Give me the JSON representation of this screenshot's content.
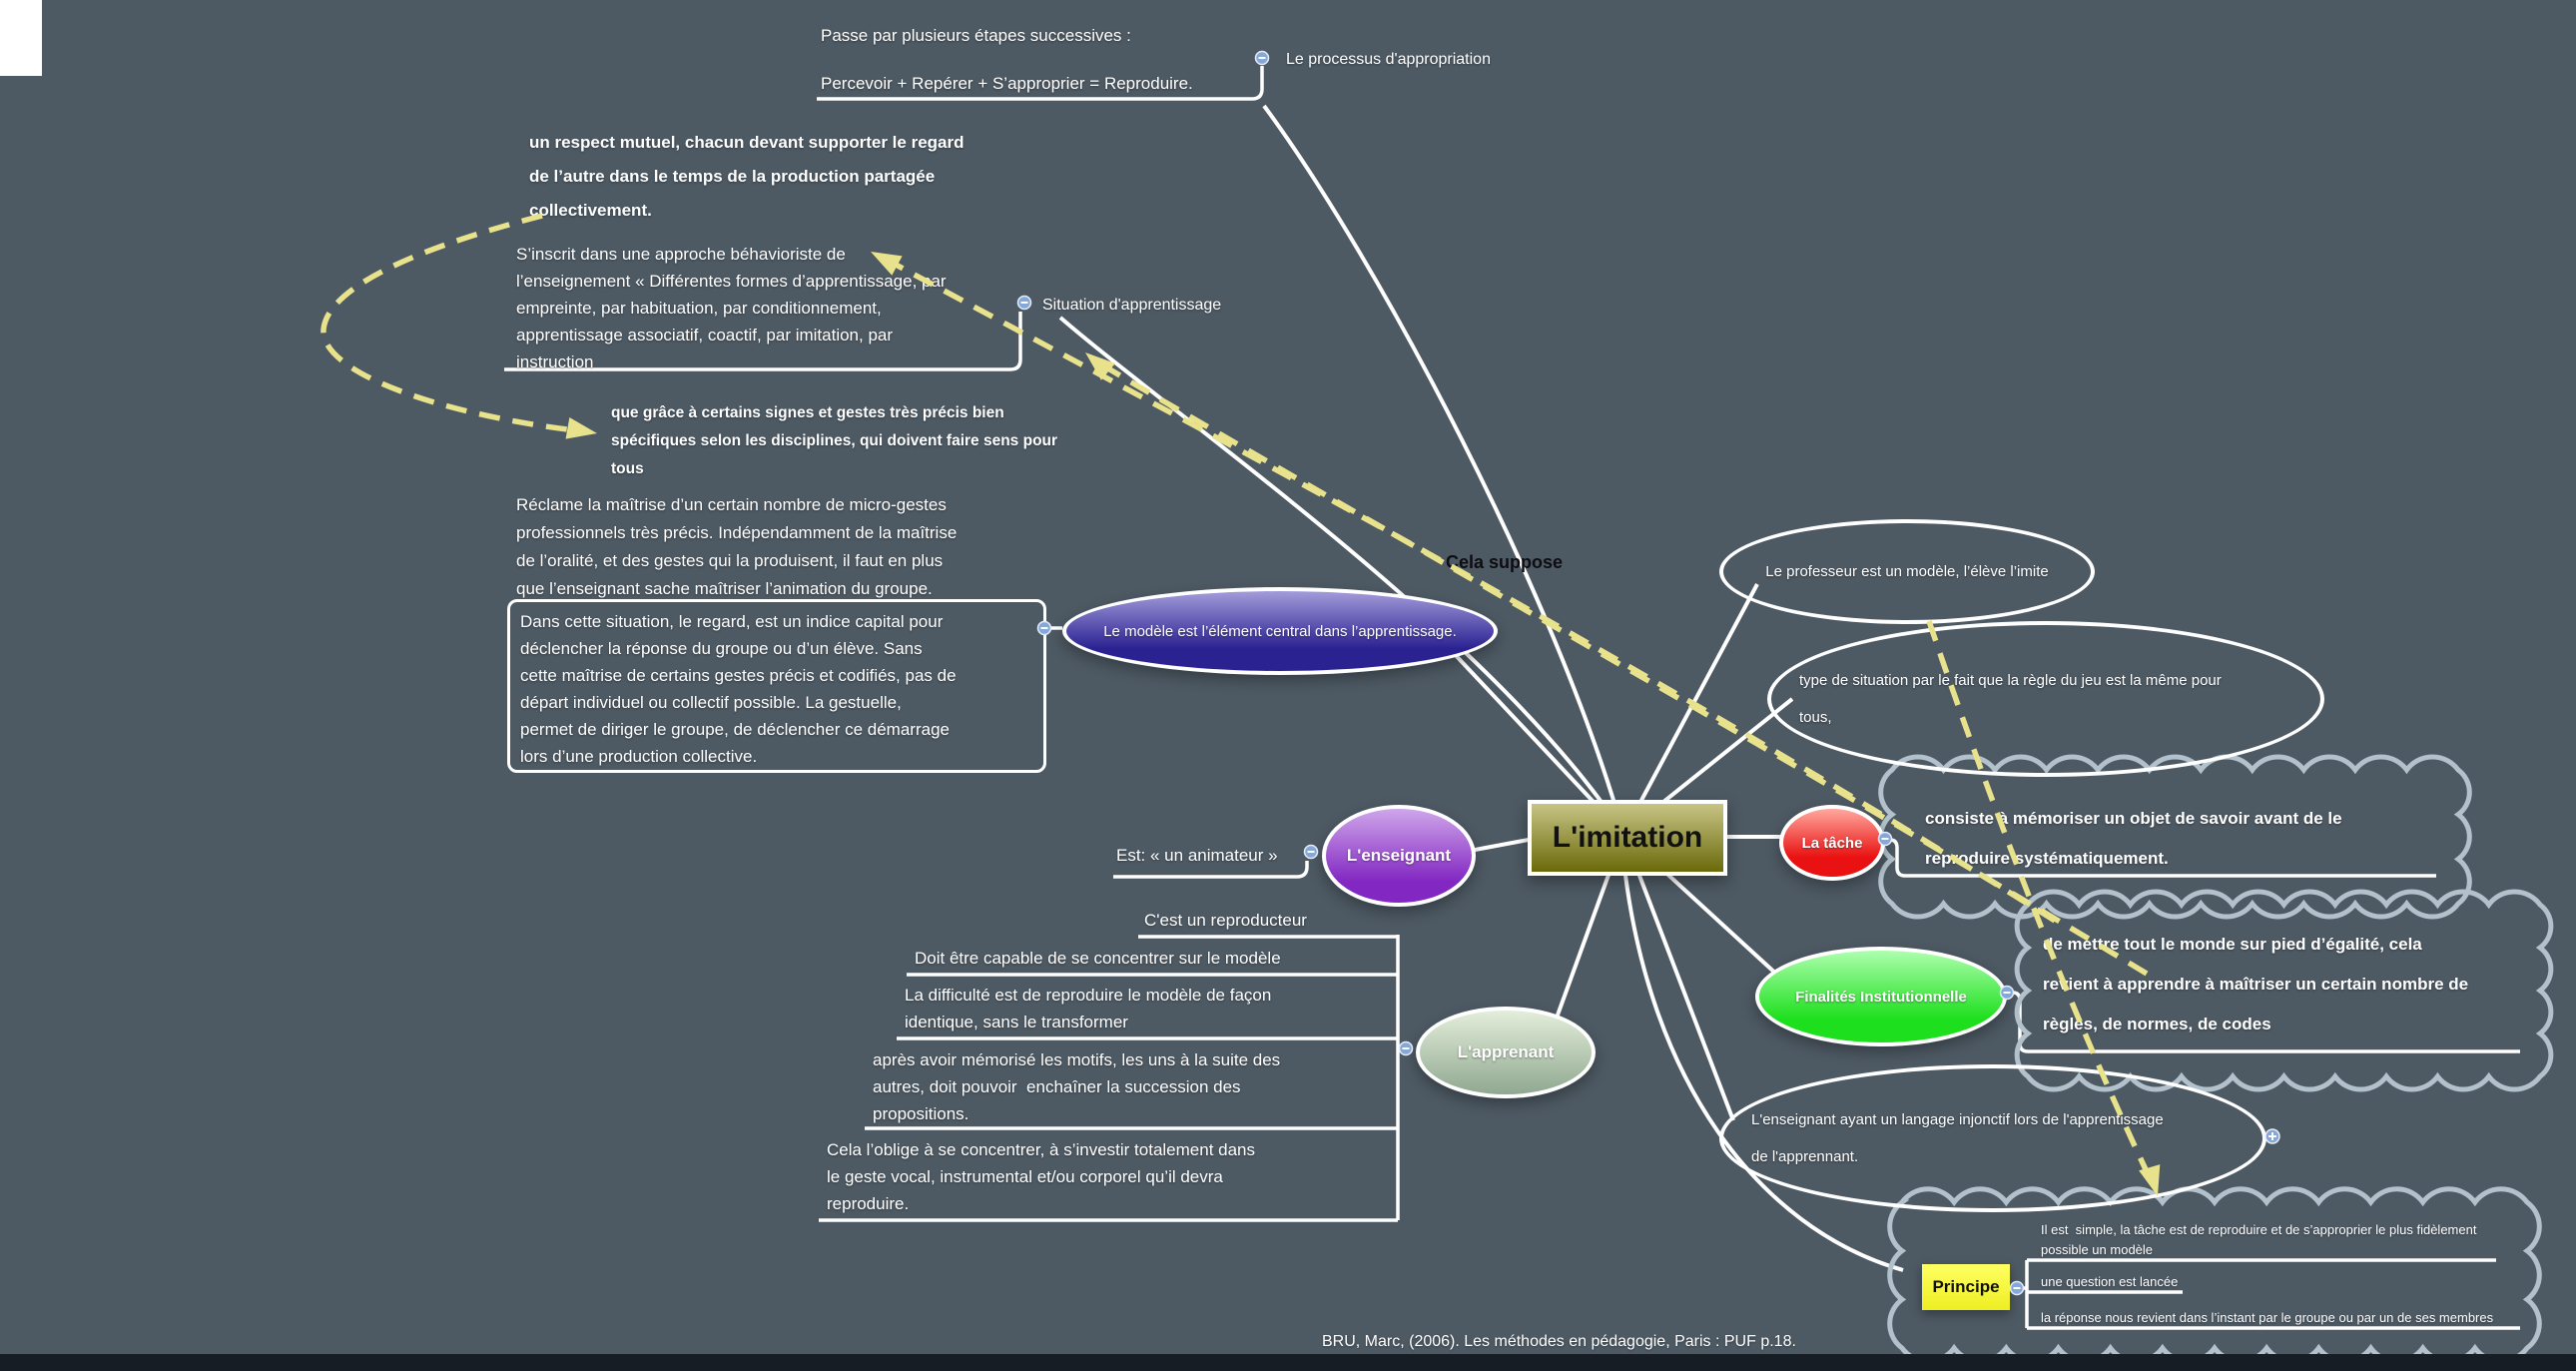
{
  "colors": {
    "bg": "#4d5963",
    "strip": "#161d24",
    "dash": "#e9e28c",
    "cloud": "#b2c1cb",
    "dot": "#85a8da",
    "modele_top": "#a39cda",
    "modele_bot": "#2b2292",
    "ens_top": "#cfa6ea",
    "ens_bot": "#8227c2",
    "tache_top": "#ffa89e",
    "tache_bot": "#e91111",
    "fin_top": "#adffad",
    "fin_bot": "#1ddf1d",
    "app_top": "#e3eedb",
    "app_bot": "#90a890",
    "imit_top": "#c7c485",
    "imit_bot": "#6a6a0b",
    "prin_top": "#ffff63",
    "prin_bot": "#eeee22"
  },
  "center": "L'imitation",
  "top": {
    "line1": "Passe par plusieurs étapes successives :",
    "line2": "Percevoir + Repérer + S’approprier = Reproduire.",
    "label": "Le processus d'appropriation"
  },
  "respect": "un respect mutuel, chacun devant supporter le regard\nde l’autre dans le temps de la production partagée\ncollectivement.",
  "sinscrit": "S’inscrit dans une approche béhavioriste de\nl’enseignement « Différentes formes d’apprentissage, par\nempreinte, par habituation, par conditionnement,\napprentissage associatif, coactif, par imitation, par\ninstruction",
  "situation_label": "Situation d'apprentissage",
  "que_grace": "que grâce à certains signes et gestes très précis bien\nspécifiques selon les disciplines, qui doivent faire sens pour\ntous",
  "reclame": "Réclame la maîtrise d’un certain nombre de micro-gestes\nprofessionnels très précis. Indépendamment de la maîtrise\nde l’oralité, et des gestes qui la produisent, il faut en plus\nque l’enseignant sache maîtriser l’animation du groupe.",
  "regard_box": "Dans cette situation, le regard, est un indice capital pour\ndéclencher la réponse du groupe ou d’un élève. Sans\ncette maîtrise de certains gestes précis et codifiés, pas de\ndépart individuel ou collectif possible. La gestuelle,\npermet de diriger le groupe, de déclencher ce démarrage\nlors d’une production collective.",
  "modele": "Le modèle est l’élément central dans l’apprentissage.",
  "cela_suppose": "Cela suppose",
  "professeur": "Le professeur est un modèle, l’élève l’imite",
  "type_situation": "type de situation par le fait que la règle du jeu est la même pour\ntous,",
  "enseignant": {
    "label": "L'enseignant",
    "animateur": "Est: « un animateur »"
  },
  "tache": {
    "label": "La tâche",
    "cloud": "consiste à mémoriser un objet de savoir avant de le\nreproduire systématiquement."
  },
  "finalites": {
    "label": "Finalités Institutionnelle",
    "cloud": "de mettre tout le monde sur pied d’égalité, cela\nrevient à apprendre à maîtriser un certain nombre de\nrègles, de normes, de codes"
  },
  "apprenant": {
    "label": "L'apprenant",
    "items": [
      "C'est un reproducteur",
      "Doit être capable de se concentrer sur le modèle",
      "La difficulté est de reproduire le modèle de façon\nidentique, sans le transformer",
      "après avoir mémorisé les motifs, les uns à la suite des\nautres, doit pouvoir  enchaîner la succession des\npropositions.",
      "Cela l’oblige à se concentrer, à s’investir totalement dans\nle geste vocal, instrumental et/ou corporel qu’il devra\nreproduire."
    ]
  },
  "injonctif": "L'enseignant ayant un langage injonctif lors de l'apprentissage\nde l'apprennant.",
  "principe": {
    "label": "Principe",
    "items": [
      "Il est  simple, la tâche est de reproduire et de s’approprier le plus fidèlement\npossible un modèle",
      "une question est lancée",
      "la réponse nous revient dans l’instant par le groupe ou par un de ses membres"
    ]
  },
  "citation": "BRU, Marc, (2006). Les méthodes en pédagogie, Paris : PUF p.18."
}
